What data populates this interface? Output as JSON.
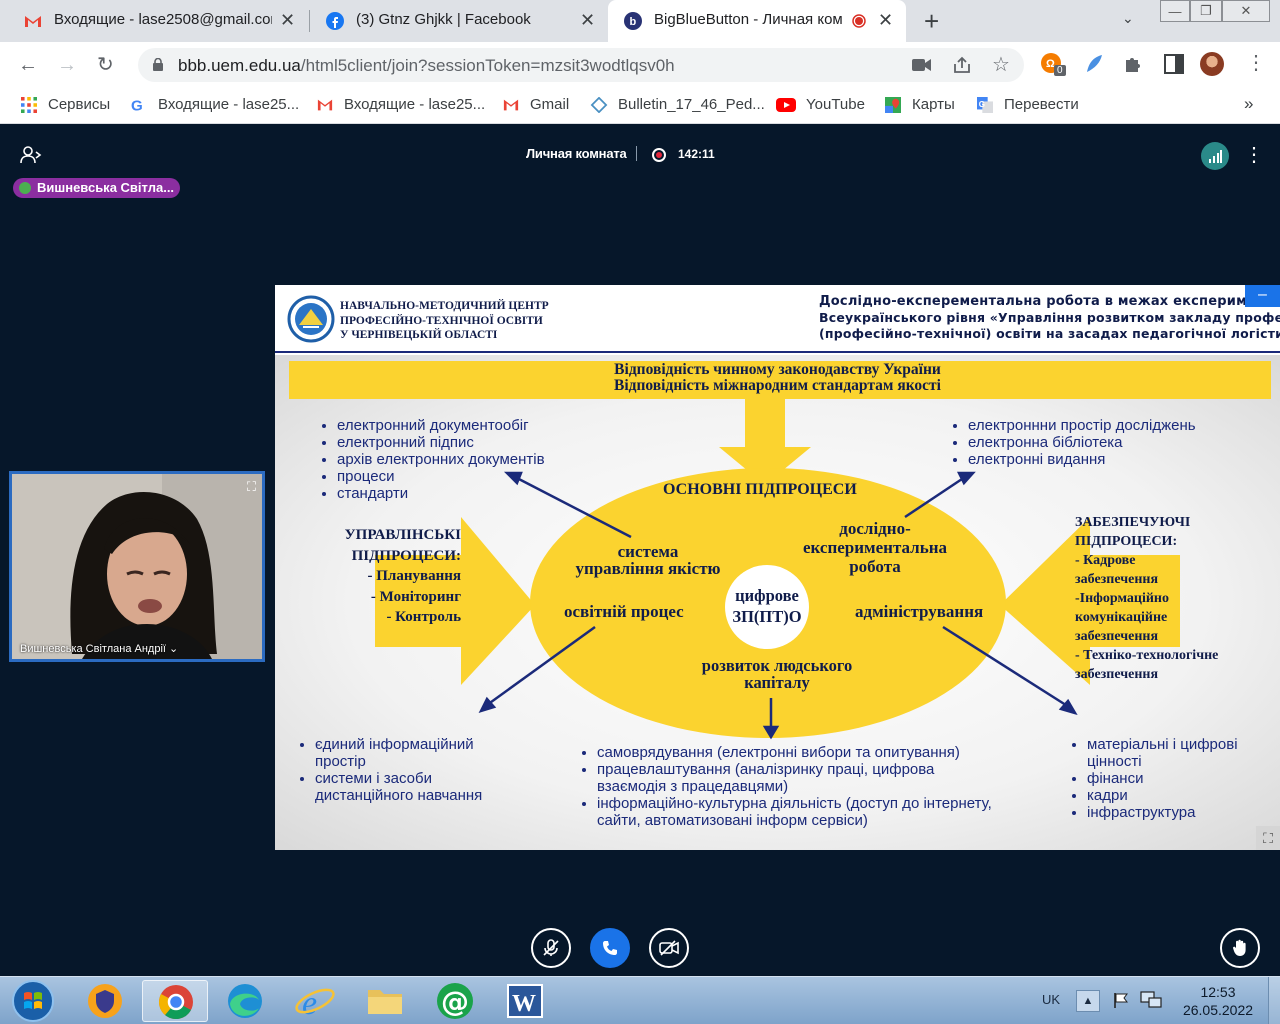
{
  "browser": {
    "tabs": [
      {
        "title": "Входящие - lase2508@gmail.com",
        "active": false
      },
      {
        "title": "(3) Gtnz Ghjkk | Facebook",
        "active": false
      },
      {
        "title": "BigBlueButton - Личная ком",
        "active": true
      }
    ],
    "url_host": "bbb.uem.edu.ua",
    "url_path": "/html5client/join?sessionToken=mzsit3wodtlqsv0h",
    "extension_badge": "0",
    "bookmarks": [
      {
        "label": "Сервисы",
        "icon": "apps-grid-icon"
      },
      {
        "label": "Входящие - lase25...",
        "icon": "google-icon"
      },
      {
        "label": "Входящие - lase25...",
        "icon": "gmail-icon"
      },
      {
        "label": "Gmail",
        "icon": "gmail-icon"
      },
      {
        "label": "Bulletin_17_46_Ped...",
        "icon": "bulletin-icon"
      },
      {
        "label": "YouTube",
        "icon": "youtube-icon"
      },
      {
        "label": "Карты",
        "icon": "maps-icon"
      },
      {
        "label": "Перевести",
        "icon": "translate-icon"
      }
    ],
    "more_bookmarks": "»"
  },
  "meeting": {
    "title": "Личная комната",
    "recording_time": "142:11",
    "talking_indicator": "Вишневська Світла...",
    "webcam_name": "Вишневська Світлана Андрії",
    "webcam_caret": "⌄"
  },
  "slide": {
    "org_lines": [
      "НАВЧАЛЬНО-МЕТОДИЧНИЙ ЦЕНТР",
      "ПРОФЕСІЙНО-ТЕХНІЧНОЇ ОСВІТИ",
      "У ЧЕРНІВЕЦЬКІЙ ОБЛАСТІ"
    ],
    "header_right": [
      "Дослідно-експерементальна робота в межах експеримен",
      "Всеукраїнського рівня «Управління розвитком закладу професійної",
      "(професійно-технічної) освіти на засадах педагогічної логістики»"
    ],
    "banner": [
      "Відповідність чинному законодавству України",
      "Відповідність міжнародним стандартам якості"
    ],
    "top_left_bullets": [
      "електронний документообіг",
      "електронний підпис",
      "архів електронних документів",
      "процеси",
      "стандарти"
    ],
    "top_right_bullets": [
      "електроннни простір досліджень",
      "електронна бібліотека",
      "електронні видання"
    ],
    "main_title": "ОСНОВНІ ПІДПРОЦЕСИ",
    "left_label": [
      "УПРАВЛІНСЬКІ",
      "ПІДПРОЦЕСИ:",
      "- Планування",
      "- Моніторинг",
      "- Контроль"
    ],
    "right_label": [
      "ЗАБЕЗПЕЧУЮЧІ",
      "ПІДПРОЦЕСИ:",
      "- Кадрове",
      "забезпечення",
      "-Інформаційно",
      "комунікаційне",
      "забезпечення",
      "- Техніко-технологічне",
      "забезпечення"
    ],
    "quality_system": [
      "система",
      "управління якістю"
    ],
    "research_work": [
      "дослідно-",
      "експериментальна",
      "робота"
    ],
    "center": [
      "цифрове",
      "ЗП(ПТ)О"
    ],
    "education": "освітній процес",
    "administration": "адміністрування",
    "human_capital": [
      "розвиток людського",
      "капіталу"
    ],
    "bottom_left_bullets": [
      "єдиний інформаційний простір",
      "системи і засоби дистанційного навчання"
    ],
    "bottom_center_bullets": [
      "самоврядування (електронні вибори та опитування)",
      "працевлаштування (аналізринку праці, цифрова взаємодія з працедавцями)",
      "інформаційно-культурна діяльність (доступ до інтернету, сайти, автоматизовані інформ сервіси)"
    ],
    "bottom_right_bullets": [
      "матеріальні і цифрові цінності",
      "фінанси",
      "кадри",
      "інфраструктура"
    ],
    "minimize_label": "–"
  },
  "taskbar": {
    "language": "UK",
    "time": "12:53",
    "date": "26.05.2022"
  },
  "colors": {
    "yellow": "#fbd32f",
    "navy": "#101c4a",
    "bbb_bg": "#06172a",
    "accent_blue": "#1a73e8",
    "record_red": "#e3263b"
  }
}
